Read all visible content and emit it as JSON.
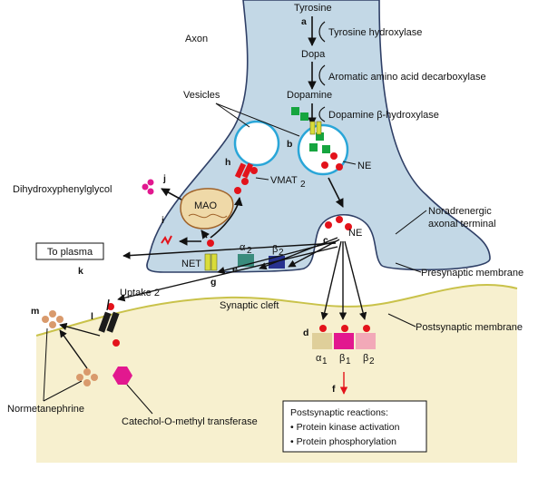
{
  "labels": {
    "tyrosine": "Tyrosine",
    "tyrosine_hydroxylase": "Tyrosine hydroxylase",
    "dopa": "Dopa",
    "aadc": "Aromatic amino acid decarboxylase",
    "dopamine": "Dopamine",
    "dbh": "Dopamine β-hydroxylase",
    "axon": "Axon",
    "vesicles": "Vesicles",
    "ne_vesicle": "NE",
    "ne_cleft": "NE",
    "vmat2": "VMAT",
    "vmat2_sub": "2",
    "mao": "MAO",
    "dhpg": "Dihydroxyphenylglycol",
    "to_plasma": "To plasma",
    "net": "NET",
    "alpha2": "α",
    "alpha2_sub": "2",
    "beta2_pre": "β",
    "beta2_pre_sub": "2",
    "noradrenergic_terminal_line1": "Noradrenergic",
    "noradrenergic_terminal_line2": "axonal terminal",
    "presynaptic_membrane": "Presynaptic membrane",
    "uptake2": "Uptake 2",
    "synaptic_cleft": "Synaptic cleft",
    "postsynaptic_membrane": "Postsynaptic membrane",
    "alpha1_post": "α",
    "alpha1_post_sub": "1",
    "beta1_post": "β",
    "beta1_post_sub": "1",
    "beta2_post": "β",
    "beta2_post_sub": "2",
    "normetanephrine": "Normetanephrine",
    "comt": "Catechol-O-methyl transferase"
  },
  "letters": [
    "a",
    "b",
    "c",
    "d",
    "e",
    "f",
    "g",
    "h",
    "i",
    "j",
    "k",
    "l",
    "m"
  ],
  "reactions": {
    "title": "Postsynaptic reactions:",
    "items": [
      "• Protein kinase activation",
      "• Protein phosphorylation"
    ]
  },
  "colors": {
    "axon_fill": "#c3d8e6",
    "axon_stroke": "#2f3f66",
    "post_fill": "#f7f0cf",
    "post_stroke": "#c9c24a",
    "ne_dot": "#e3131b",
    "dopamine_square": "#16a53f",
    "vmat_yellow": "#d9dc3a",
    "alpha2_receptor": "#3a8c7d",
    "beta2_pre_receptor": "#27328f",
    "alpha1_post_receptor": "#dfcf9a",
    "beta1_post_receptor": "#e2188f",
    "beta2_post_receptor": "#f2a9b8",
    "normetanephrine_dot": "#d99a6c",
    "comt_hexagon": "#e2188f",
    "dhpg_dot": "#e2188f",
    "mao_fill": "#efd9a8",
    "mao_stroke": "#a0632a"
  }
}
